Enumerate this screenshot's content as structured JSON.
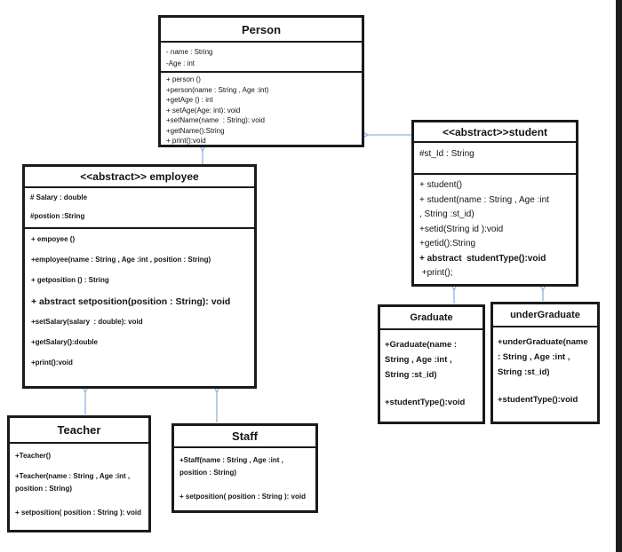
{
  "diagram_title": "UML class diagram: Person / employee / student hierarchy",
  "classes": {
    "person": {
      "name": "Person",
      "attributes": [
        "- name : String",
        "-Age : int"
      ],
      "methods": [
        "+ person ()",
        "+person(name : String , Age :int)",
        "+getAge () : int",
        "+ setAge(Age: int): void",
        "+setName(name  : String): void",
        "+getName():String",
        "+ print():void"
      ]
    },
    "employee": {
      "name": "<<abstract>> employee",
      "attributes": [
        "# Salary : double",
        "#postion :String"
      ],
      "methods": [
        "+ empoyee ()",
        "+employee(name : String , Age :int , position : String)",
        "+ getposition () : String",
        "+  abstract setposition(position : String): void",
        "+setSalary(salary  : double): void",
        "+getSalary():double",
        "+print():void"
      ]
    },
    "student": {
      "name": "<<abstract>>student",
      "attributes": [
        "#st_Id : String"
      ],
      "methods": [
        "+ student()",
        "+ student(name : String , Age :int",
        ", String :st_id)",
        "+setid(String id ):void",
        "+getid():String",
        "+ abstract  studentType():void",
        " +print();"
      ]
    },
    "graduate": {
      "name": "Graduate",
      "methods": [
        "+Graduate(name : String , Age :int , String :st_id)",
        "+studentType():void"
      ]
    },
    "undergraduate": {
      "name": "underGraduate",
      "methods": [
        "+underGraduate(name : String , Age :int , String :st_id)",
        "+studentType():void"
      ]
    },
    "teacher": {
      "name": "Teacher",
      "methods": [
        "+Teacher()",
        "+Teacher(name : String , Age :int , position : String)",
        "+ setposition( position : String ): void"
      ]
    },
    "staff": {
      "name": "Staff",
      "methods": [
        "+Staff(name : String , Age :int , position : String)",
        "+ setposition( position : String ): void"
      ]
    }
  },
  "relations": [
    {
      "from": "employee",
      "to": "Person",
      "type": "generalization"
    },
    {
      "from": "student",
      "to": "Person",
      "type": "generalization"
    },
    {
      "from": "Teacher",
      "to": "employee",
      "type": "generalization"
    },
    {
      "from": "Staff",
      "to": "employee",
      "type": "generalization"
    },
    {
      "from": "Graduate",
      "to": "student",
      "type": "generalization"
    },
    {
      "from": "underGraduate",
      "to": "student",
      "type": "generalization"
    }
  ],
  "colors": {
    "box_border": "#1a1a1a",
    "arrow": "#8db4e2",
    "right_edge_bar": "#1d1d1f",
    "background": "#ffffff"
  }
}
